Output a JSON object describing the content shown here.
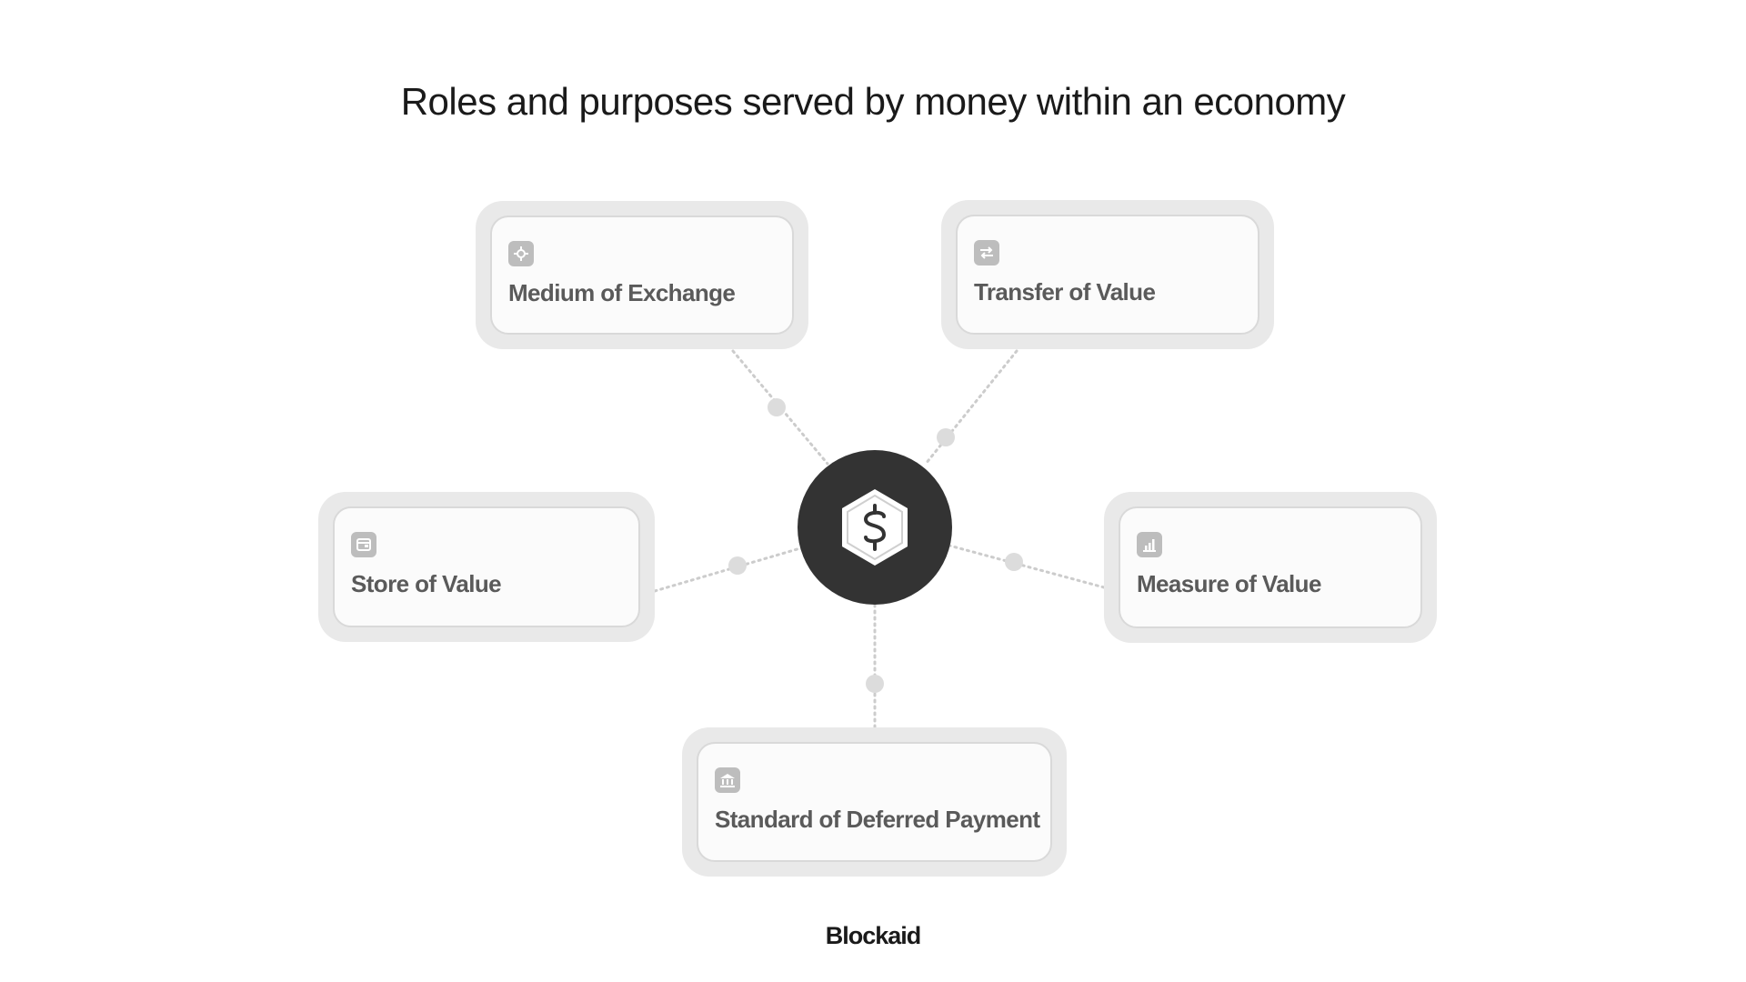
{
  "title": "Roles and purposes served by money within an economy",
  "hub": {
    "icon": "dollar-hexagon-icon"
  },
  "roles": {
    "medium_of_exchange": {
      "label": "Medium of Exchange",
      "icon": "crosshair-icon"
    },
    "transfer_of_value": {
      "label": "Transfer of Value",
      "icon": "arrows-transfer-icon"
    },
    "store_of_value": {
      "label": "Store of Value",
      "icon": "wallet-icon"
    },
    "measure_of_value": {
      "label": "Measure of Value",
      "icon": "bar-chart-icon"
    },
    "standard_of_deferred_payment": {
      "label": "Standard of Deferred Payment",
      "icon": "bank-icon"
    }
  },
  "brand": {
    "logo_text": "Blockaid"
  },
  "colors": {
    "hub": "#333333",
    "card_outer": "#e9e9e9",
    "card_inner": "#fbfbfb",
    "label": "#5a5a5a",
    "connector": "#cccccc",
    "icon_tile": "#bdbdbd"
  }
}
